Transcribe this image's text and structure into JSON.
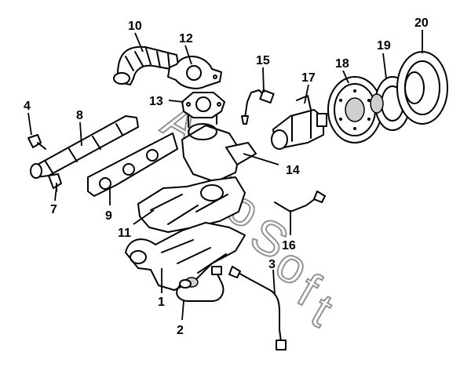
{
  "diagram": {
    "callouts": [
      "1",
      "2",
      "3",
      "4",
      "7",
      "8",
      "9",
      "10",
      "11",
      "12",
      "13",
      "14",
      "15",
      "16",
      "17",
      "18",
      "19",
      "20"
    ],
    "watermark": "AutoSoft"
  }
}
